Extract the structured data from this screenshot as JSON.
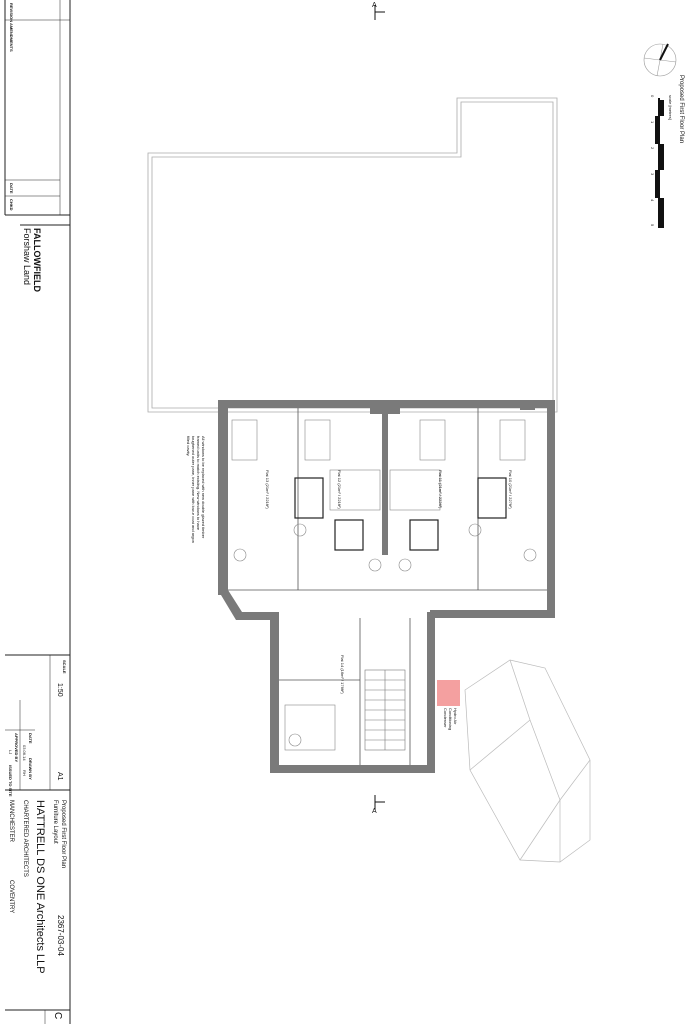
{
  "drawing": {
    "title": "Proposed First Floor Plan",
    "subtitle": "Furniture Layout",
    "drawing_number": "2367-03-04",
    "revision": "C",
    "scale": "1:50",
    "paper_size": "A1",
    "date_label": "DATE",
    "date": "03.06.14",
    "drawn_by_label": "DRAWN BY",
    "drawn_by": "RH",
    "approved_by_label": "APPROVED BY",
    "approved_by": "LJ",
    "issued_to_site_label": "ISSUED TO SITE",
    "scale_label": "SCALE"
  },
  "project": {
    "name": "FALLOWFIELD",
    "site": "Forshaw Land"
  },
  "practice": {
    "name": "HATTRELL DS ONE  Architects  LLP",
    "tagline": "CHARTERED ARCHITECTS",
    "offices": [
      "MANCHESTER",
      "COVENTRY"
    ]
  },
  "revisions_table": {
    "headers": [
      "REVISION",
      "AMENDMENTS",
      "DATE",
      "CHKD"
    ]
  },
  "scale_bar": {
    "label": "scale [metres]",
    "ticks": [
      "0",
      "1",
      "2",
      "3",
      "4",
      "5"
    ]
  },
  "section_marker": "A",
  "plan_labels": {
    "flats": [
      "Flat 10 (21m² / 227ft²)",
      "Flat 11 (21m² / 222ft²)",
      "Flat 12 (21m² / 221ft²)",
      "Flat 13 (21m² / 221ft²)",
      "Flat 14 (16m² / 176ft²)"
    ],
    "window_note": "All windows to be replaced with new double glazed timber framed units to match existing. New windows to have toughened outer pane, inner pane with low-e coat and argon filled cavity.",
    "condenser_note": "Hydro Air Conditioning Condenser"
  },
  "colors": {
    "wall": "#7a7a7a",
    "condenser": "#f4a0a0",
    "roof_line": "#bdbdbd"
  }
}
